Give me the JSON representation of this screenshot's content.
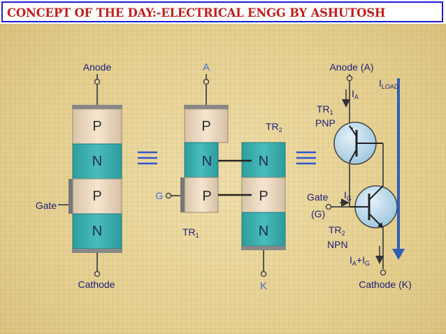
{
  "header": {
    "title": "CONCEPT OF THE DAY:-ELECTRICAL ENGG BY ASHUTOSH"
  },
  "colors": {
    "title_text": "#c0201a",
    "title_border": "#1d1dd6",
    "p_region": "#f1dcc2",
    "n_region": "#3fb1b1",
    "label_text": "#1e1e7a",
    "terminal_blue": "#4a6bd8",
    "current_arrow": "#2d5fb8",
    "transistor_fill": "#b8d8ec"
  },
  "icons": [
    "equivalence-icon",
    "pnp-transistor-icon",
    "npn-transistor-icon",
    "current-arrow-icon"
  ],
  "block1": {
    "anode": "Anode",
    "gate": "Gate",
    "cathode": "Cathode",
    "layers": [
      "P",
      "N",
      "P",
      "N"
    ]
  },
  "block2": {
    "anode": "A",
    "gate": "G",
    "cathode": "K",
    "tr1": "TR",
    "tr1_sub": "1",
    "tr2": "TR",
    "tr2_sub": "2",
    "left_layers": [
      "P",
      "N",
      "P"
    ],
    "right_layers": [
      "N",
      "P",
      "N"
    ]
  },
  "block3": {
    "anode": "Anode (A)",
    "gate": "Gate",
    "gate_g": "(G)",
    "cathode": "Cathode (K)",
    "tr1": "TR",
    "tr1_sub": "1",
    "tr1_type": "PNP",
    "tr2": "TR",
    "tr2_sub": "2",
    "tr2_type": "NPN",
    "i_a": "I",
    "i_a_sub": "A",
    "i_g": "I",
    "i_g_sub": "G",
    "i_load": "I",
    "i_load_sub": "LOAD",
    "i_sum_a": "I",
    "i_sum_a_sub": "A",
    "i_sum_plus": "+",
    "i_sum_g": "I",
    "i_sum_g_sub": "G"
  }
}
